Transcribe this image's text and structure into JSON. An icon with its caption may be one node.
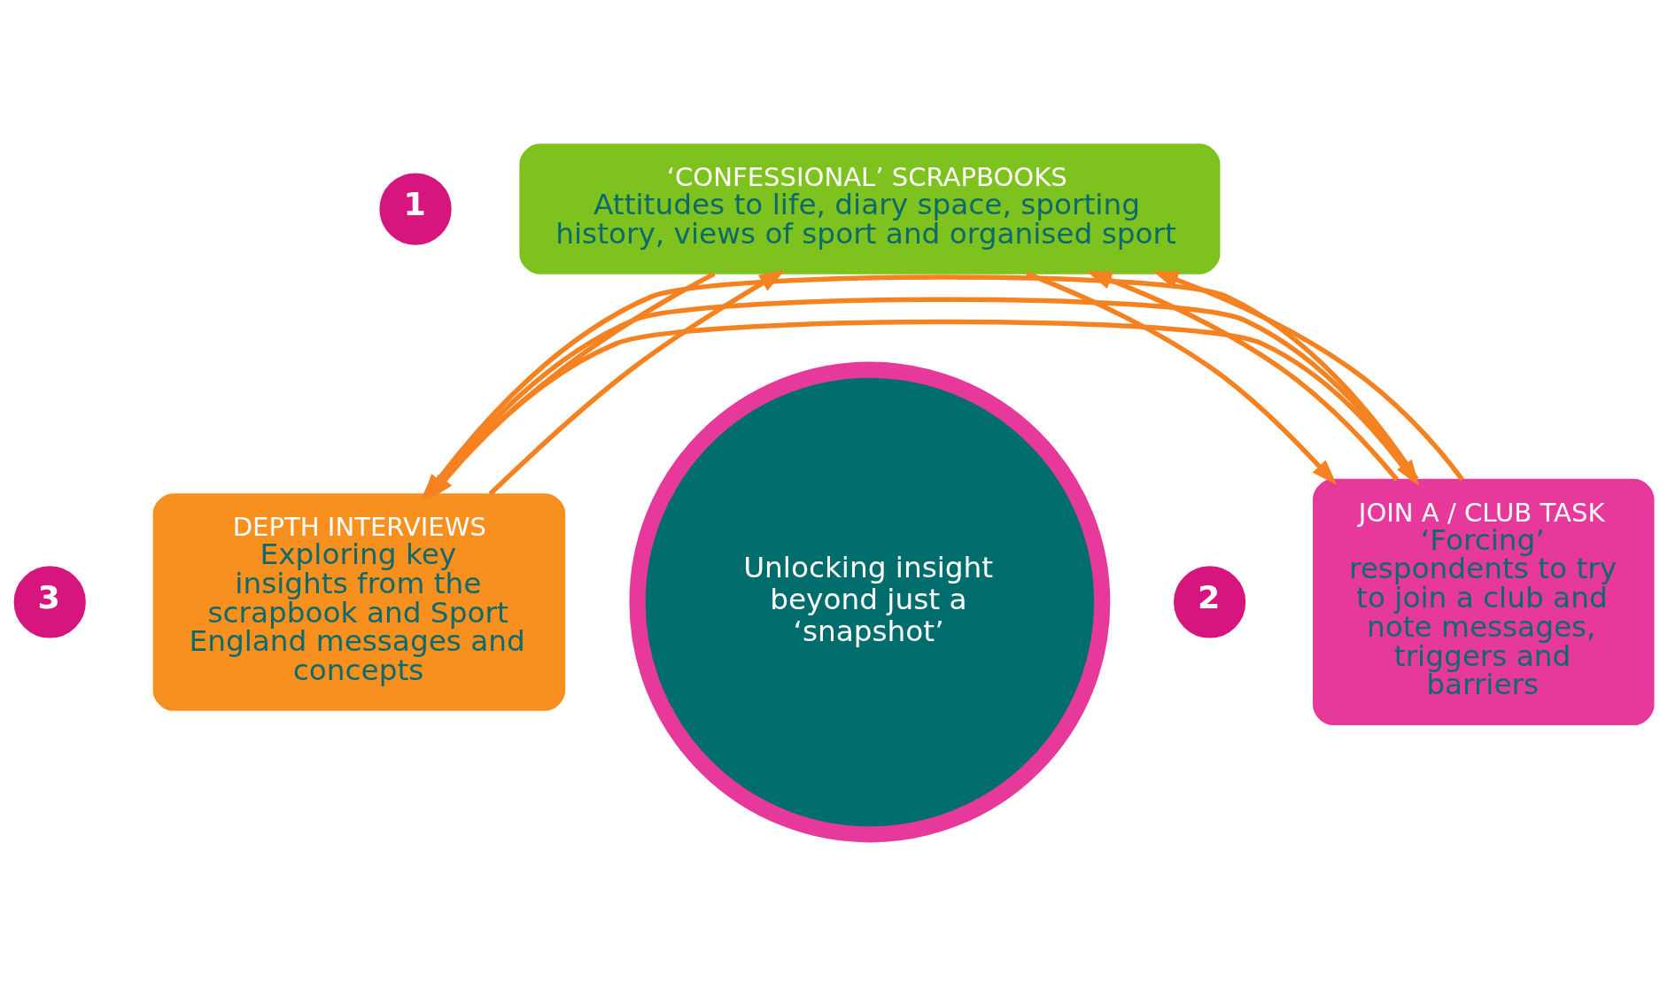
{
  "diagram": {
    "nodes": [
      {
        "text": [
          "‘CONFESSIONAL’ SCRAPBOOKS",
          "Attitudes to life, diary space, sporting history, views of sport and organised sport"
        ],
        "beside": [
          "1"
        ]
      },
      {
        "text": [
          "Unlocking insight beyond just a ‘snapshot’"
        ]
      },
      {
        "text": [
          "DEPTH INTERVIEWS",
          "Exploring key insights from the scrapbook and Sport England messages and concepts"
        ],
        "beside": [
          "3"
        ]
      },
      {
        "text": [
          "JOIN A / CLUB TASK",
          "‘Forcing’ respondents to try to join a club and note messages, triggers and barriers"
        ],
        "beside": [
          "2"
        ]
      }
    ],
    "edges": [
      {
        "from": 3,
        "to": 0,
        "arrow": "to"
      },
      {
        "from": 0,
        "to": 3,
        "arrow": "to"
      },
      {
        "from": 3,
        "to": 0,
        "arrow": "to"
      },
      {
        "from": 3,
        "to": 2,
        "arrow": "to"
      },
      {
        "from": 2,
        "to": 3,
        "arrow": "to"
      },
      {
        "from": 3,
        "to": 2,
        "arrow": "to"
      },
      {
        "from": 2,
        "to": 0,
        "arrow": "to"
      },
      {
        "from": 0,
        "to": 2,
        "arrow": "to"
      }
    ]
  }
}
